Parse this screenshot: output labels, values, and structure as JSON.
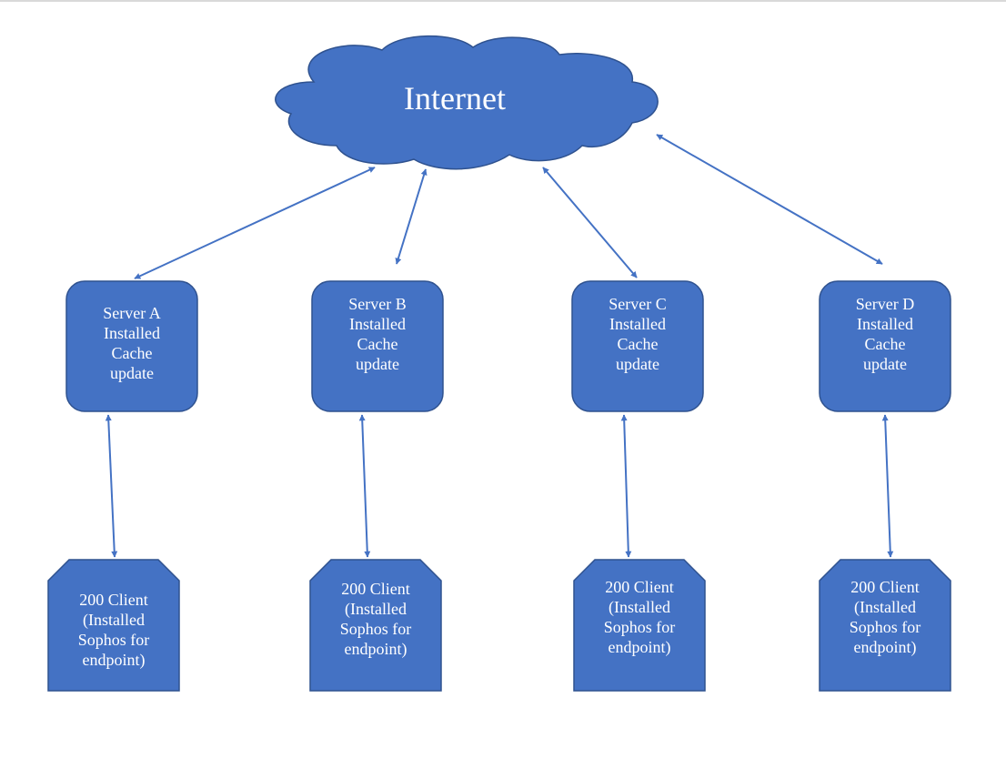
{
  "internet": {
    "label": "Internet"
  },
  "servers": [
    {
      "label": "Server A\nInstalled\nCache\nupdate"
    },
    {
      "label": "Server B\nInstalled\nCache\nupdate"
    },
    {
      "label": "Server C\nInstalled\nCache\nupdate"
    },
    {
      "label": "Server D\nInstalled\nCache\nupdate"
    }
  ],
  "clients": [
    {
      "label": "200 Client\n(Installed\nSophos for\nendpoint)"
    },
    {
      "label": "200 Client\n(Installed\nSophos for\nendpoint)"
    },
    {
      "label": "200 Client\n(Installed\nSophos for\nendpoint)"
    },
    {
      "label": "200 Client\n(Installed\nSophos for\nendpoint)"
    }
  ],
  "colors": {
    "fill": "#4472C4",
    "stroke": "#2F528F",
    "arrow": "#4472C4",
    "text": "#FFFFFF"
  }
}
